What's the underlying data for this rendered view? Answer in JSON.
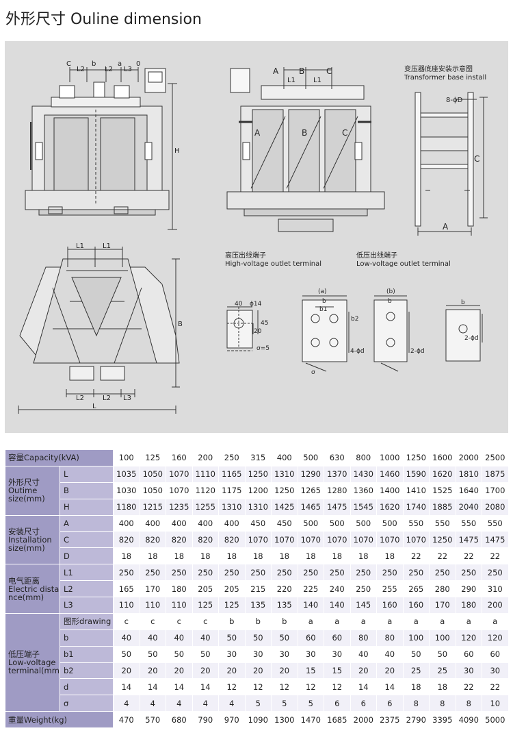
{
  "title": "外形尺寸 Ouline dimension",
  "drawings": {
    "front_labels": {
      "c": "C",
      "l2a": "L2",
      "b": "b",
      "l2b": "L2",
      "a": "a",
      "l3": "L3",
      "o": "0",
      "h": "H"
    },
    "side_labels": {
      "A": "A",
      "B": "B",
      "C": "C",
      "L1a": "L1",
      "L1b": "L1",
      "pA": "A",
      "pB": "B",
      "pC": "C"
    },
    "base_install": {
      "title_cn": "变压器底座安装示意图",
      "title_en": "Transformer base install",
      "bolt": "8-ϕD",
      "C": "C",
      "A": "A"
    },
    "plan_labels": {
      "L1a": "L1",
      "L1b": "L1",
      "B": "B",
      "L2a": "L2",
      "L2b": "L2",
      "L3": "L3",
      "L": "L"
    },
    "hv_terminal": {
      "title_cn": "高压出线端子",
      "title_en": "High-voltage outlet terminal",
      "w40": "40",
      "phi14": "ϕ14",
      "d45": "45",
      "d20": "20",
      "sigma": "σ=5"
    },
    "lv_terminal": {
      "title_cn": "低压出线端子",
      "title_en": "Low-voltage outlet terminal",
      "a": "(a)",
      "b": "(b)",
      "lb": "b",
      "lb1": "b1",
      "lb2": "b2",
      "hole4": "4-ϕd",
      "hole2": "2-ϕd",
      "sigma": "σ"
    }
  },
  "table": {
    "capacity_label": "容量Capacity(kVA)",
    "capacities": [
      "100",
      "125",
      "160",
      "200",
      "250",
      "315",
      "400",
      "500",
      "630",
      "800",
      "1000",
      "1250",
      "1600",
      "2000",
      "2500"
    ],
    "groups": [
      {
        "label": "外形尺寸\nOutime\nsize(mm)",
        "rows": [
          {
            "name": "L",
            "values": [
              "1035",
              "1050",
              "1070",
              "1110",
              "1165",
              "1250",
              "1310",
              "1290",
              "1370",
              "1430",
              "1460",
              "1590",
              "1620",
              "1810",
              "1875"
            ]
          },
          {
            "name": "B",
            "values": [
              "1030",
              "1050",
              "1070",
              "1120",
              "1175",
              "1200",
              "1250",
              "1265",
              "1280",
              "1360",
              "1400",
              "1410",
              "1525",
              "1640",
              "1700"
            ]
          },
          {
            "name": "H",
            "values": [
              "1180",
              "1215",
              "1235",
              "1255",
              "1310",
              "1310",
              "1425",
              "1465",
              "1475",
              "1545",
              "1620",
              "1740",
              "1885",
              "2040",
              "2080"
            ]
          }
        ]
      },
      {
        "label": "安装尺寸\nInstallation\nsize(mm)",
        "rows": [
          {
            "name": "A",
            "values": [
              "400",
              "400",
              "400",
              "400",
              "400",
              "450",
              "450",
              "500",
              "500",
              "500",
              "500",
              "550",
              "550",
              "550",
              "550"
            ]
          },
          {
            "name": "C",
            "values": [
              "820",
              "820",
              "820",
              "820",
              "820",
              "1070",
              "1070",
              "1070",
              "1070",
              "1070",
              "1070",
              "1070",
              "1250",
              "1475",
              "1475"
            ]
          },
          {
            "name": "D",
            "values": [
              "18",
              "18",
              "18",
              "18",
              "18",
              "18",
              "18",
              "18",
              "18",
              "18",
              "18",
              "22",
              "22",
              "22",
              "22"
            ]
          }
        ]
      },
      {
        "label": "电气距离\nElectric dista\nnce(mm)",
        "rows": [
          {
            "name": "L1",
            "values": [
              "250",
              "250",
              "250",
              "250",
              "250",
              "250",
              "250",
              "250",
              "250",
              "250",
              "250",
              "250",
              "250",
              "250",
              "250"
            ]
          },
          {
            "name": "L2",
            "values": [
              "165",
              "170",
              "180",
              "205",
              "205",
              "215",
              "220",
              "225",
              "240",
              "250",
              "255",
              "265",
              "280",
              "290",
              "310"
            ]
          },
          {
            "name": "L3",
            "values": [
              "110",
              "110",
              "110",
              "125",
              "125",
              "135",
              "135",
              "140",
              "140",
              "145",
              "160",
              "160",
              "170",
              "180",
              "200"
            ]
          }
        ]
      },
      {
        "label": "低压端子\nLow-voltage\nterminal(mm)",
        "rows": [
          {
            "name": "图形drawing",
            "values": [
              "c",
              "c",
              "c",
              "c",
              "b",
              "b",
              "b",
              "a",
              "a",
              "a",
              "a",
              "a",
              "a",
              "a",
              "a"
            ]
          },
          {
            "name": "b",
            "values": [
              "40",
              "40",
              "40",
              "40",
              "50",
              "50",
              "50",
              "60",
              "60",
              "80",
              "80",
              "100",
              "100",
              "120",
              "120"
            ]
          },
          {
            "name": "b1",
            "values": [
              "50",
              "50",
              "50",
              "50",
              "30",
              "30",
              "30",
              "30",
              "30",
              "40",
              "40",
              "50",
              "50",
              "60",
              "60"
            ]
          },
          {
            "name": "b2",
            "values": [
              "20",
              "20",
              "20",
              "20",
              "20",
              "20",
              "20",
              "15",
              "15",
              "20",
              "20",
              "25",
              "25",
              "30",
              "30"
            ]
          },
          {
            "name": "d",
            "values": [
              "14",
              "14",
              "14",
              "14",
              "12",
              "12",
              "12",
              "12",
              "12",
              "14",
              "14",
              "18",
              "18",
              "22",
              "22"
            ]
          },
          {
            "name": "σ",
            "values": [
              "4",
              "4",
              "4",
              "4",
              "4",
              "5",
              "5",
              "5",
              "6",
              "6",
              "6",
              "8",
              "8",
              "8",
              "10"
            ]
          }
        ]
      }
    ],
    "weight_label": "重量Weight(kg)",
    "weights": [
      "470",
      "570",
      "680",
      "790",
      "970",
      "1090",
      "1300",
      "1470",
      "1685",
      "2000",
      "2375",
      "2790",
      "3395",
      "4090",
      "5000"
    ]
  }
}
